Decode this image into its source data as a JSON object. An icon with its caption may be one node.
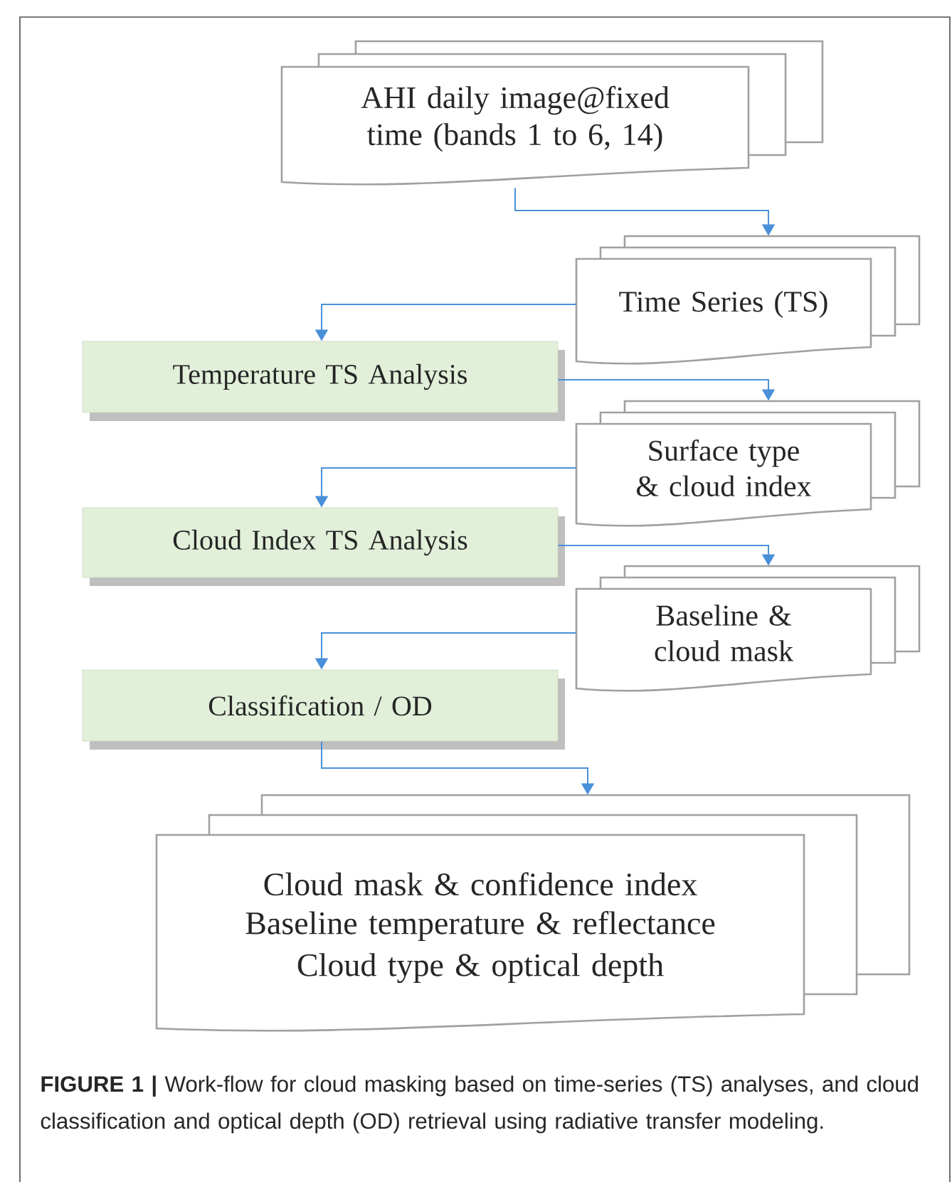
{
  "diagram": {
    "caption": "**FIGURE 1 |** Work-flow for cloud masking based on time-series (TS) analyses, and cloud classification and optical depth (OD) retrieval using radiative transfer modeling.",
    "nodes": [
      {
        "text": [
          "AHI daily image@fixed time (bands 1 to 6, 14)"
        ]
      },
      {
        "text": [
          "Time Series (TS)"
        ]
      },
      {
        "text": [
          "Temperature TS Analysis"
        ]
      },
      {
        "text": [
          "Surface type & cloud index"
        ]
      },
      {
        "text": [
          "Cloud Index TS Analysis"
        ]
      },
      {
        "text": [
          "Baseline & cloud mask"
        ]
      },
      {
        "text": [
          "Classification / OD"
        ]
      },
      {
        "text": [
          "Cloud mask & confidence index",
          "Baseline temperature & reflectance",
          "Cloud type & optical depth"
        ]
      }
    ],
    "edges": [
      {
        "from": 0,
        "to": 1,
        "arrow": "to"
      },
      {
        "from": 1,
        "to": 2,
        "arrow": "to"
      },
      {
        "from": 2,
        "to": 3,
        "arrow": "to"
      },
      {
        "from": 3,
        "to": 4,
        "arrow": "to"
      },
      {
        "from": 4,
        "to": 5,
        "arrow": "to"
      },
      {
        "from": 5,
        "to": 6,
        "arrow": "to"
      },
      {
        "from": 6,
        "to": 7,
        "arrow": "to"
      }
    ]
  }
}
